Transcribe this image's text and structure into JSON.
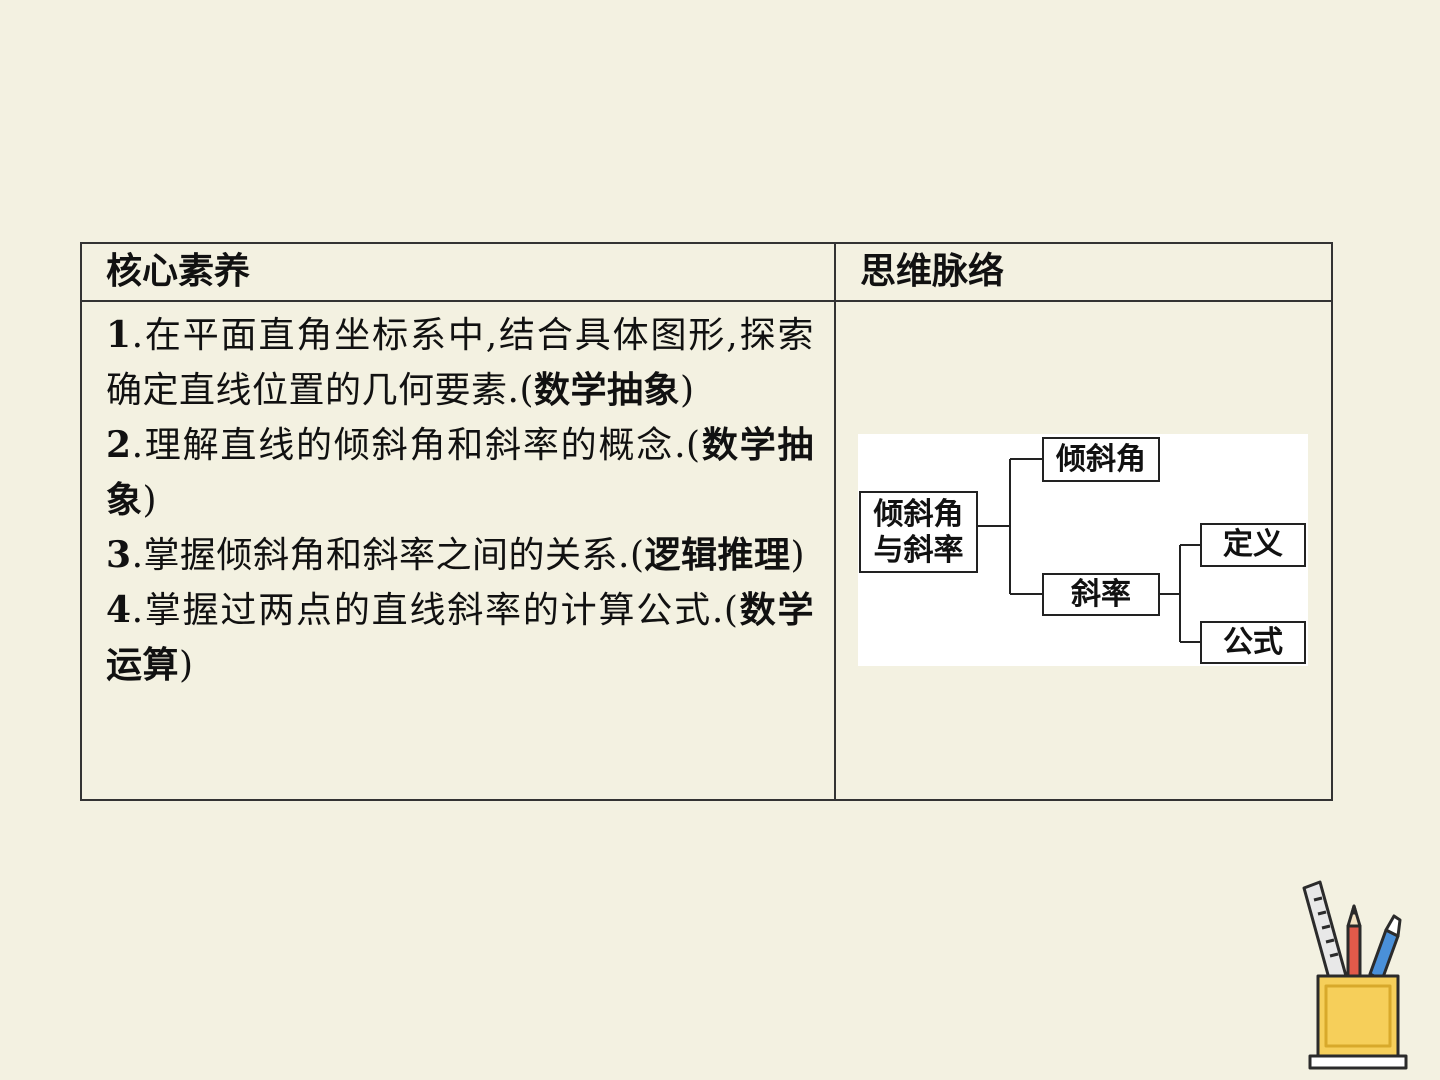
{
  "table": {
    "header_left": "核心素养",
    "header_right": "思维脉络",
    "items": [
      {
        "num": "1",
        "text": ".在平面直角坐标系中,结合具体图形,探索确定直线位置的几何要素.(",
        "tag": "数学抽象",
        "close": ")"
      },
      {
        "num": "2",
        "text": ".理解直线的倾斜角和斜率的概念.(",
        "tag": "数学抽象",
        "close": ")"
      },
      {
        "num": "3",
        "text": ".掌握倾斜角和斜率之间的关系.(",
        "tag": "逻辑推理",
        "close": ")"
      },
      {
        "num": "4",
        "text": ".掌握过两点的直线斜率的计算公式.(",
        "tag": "数学运算",
        "close": ")"
      }
    ]
  },
  "mindmap": {
    "root": "倾斜角与斜率",
    "branch1": "倾斜角",
    "branch2": "斜率",
    "leaf1": "定义",
    "leaf2": "公式"
  }
}
